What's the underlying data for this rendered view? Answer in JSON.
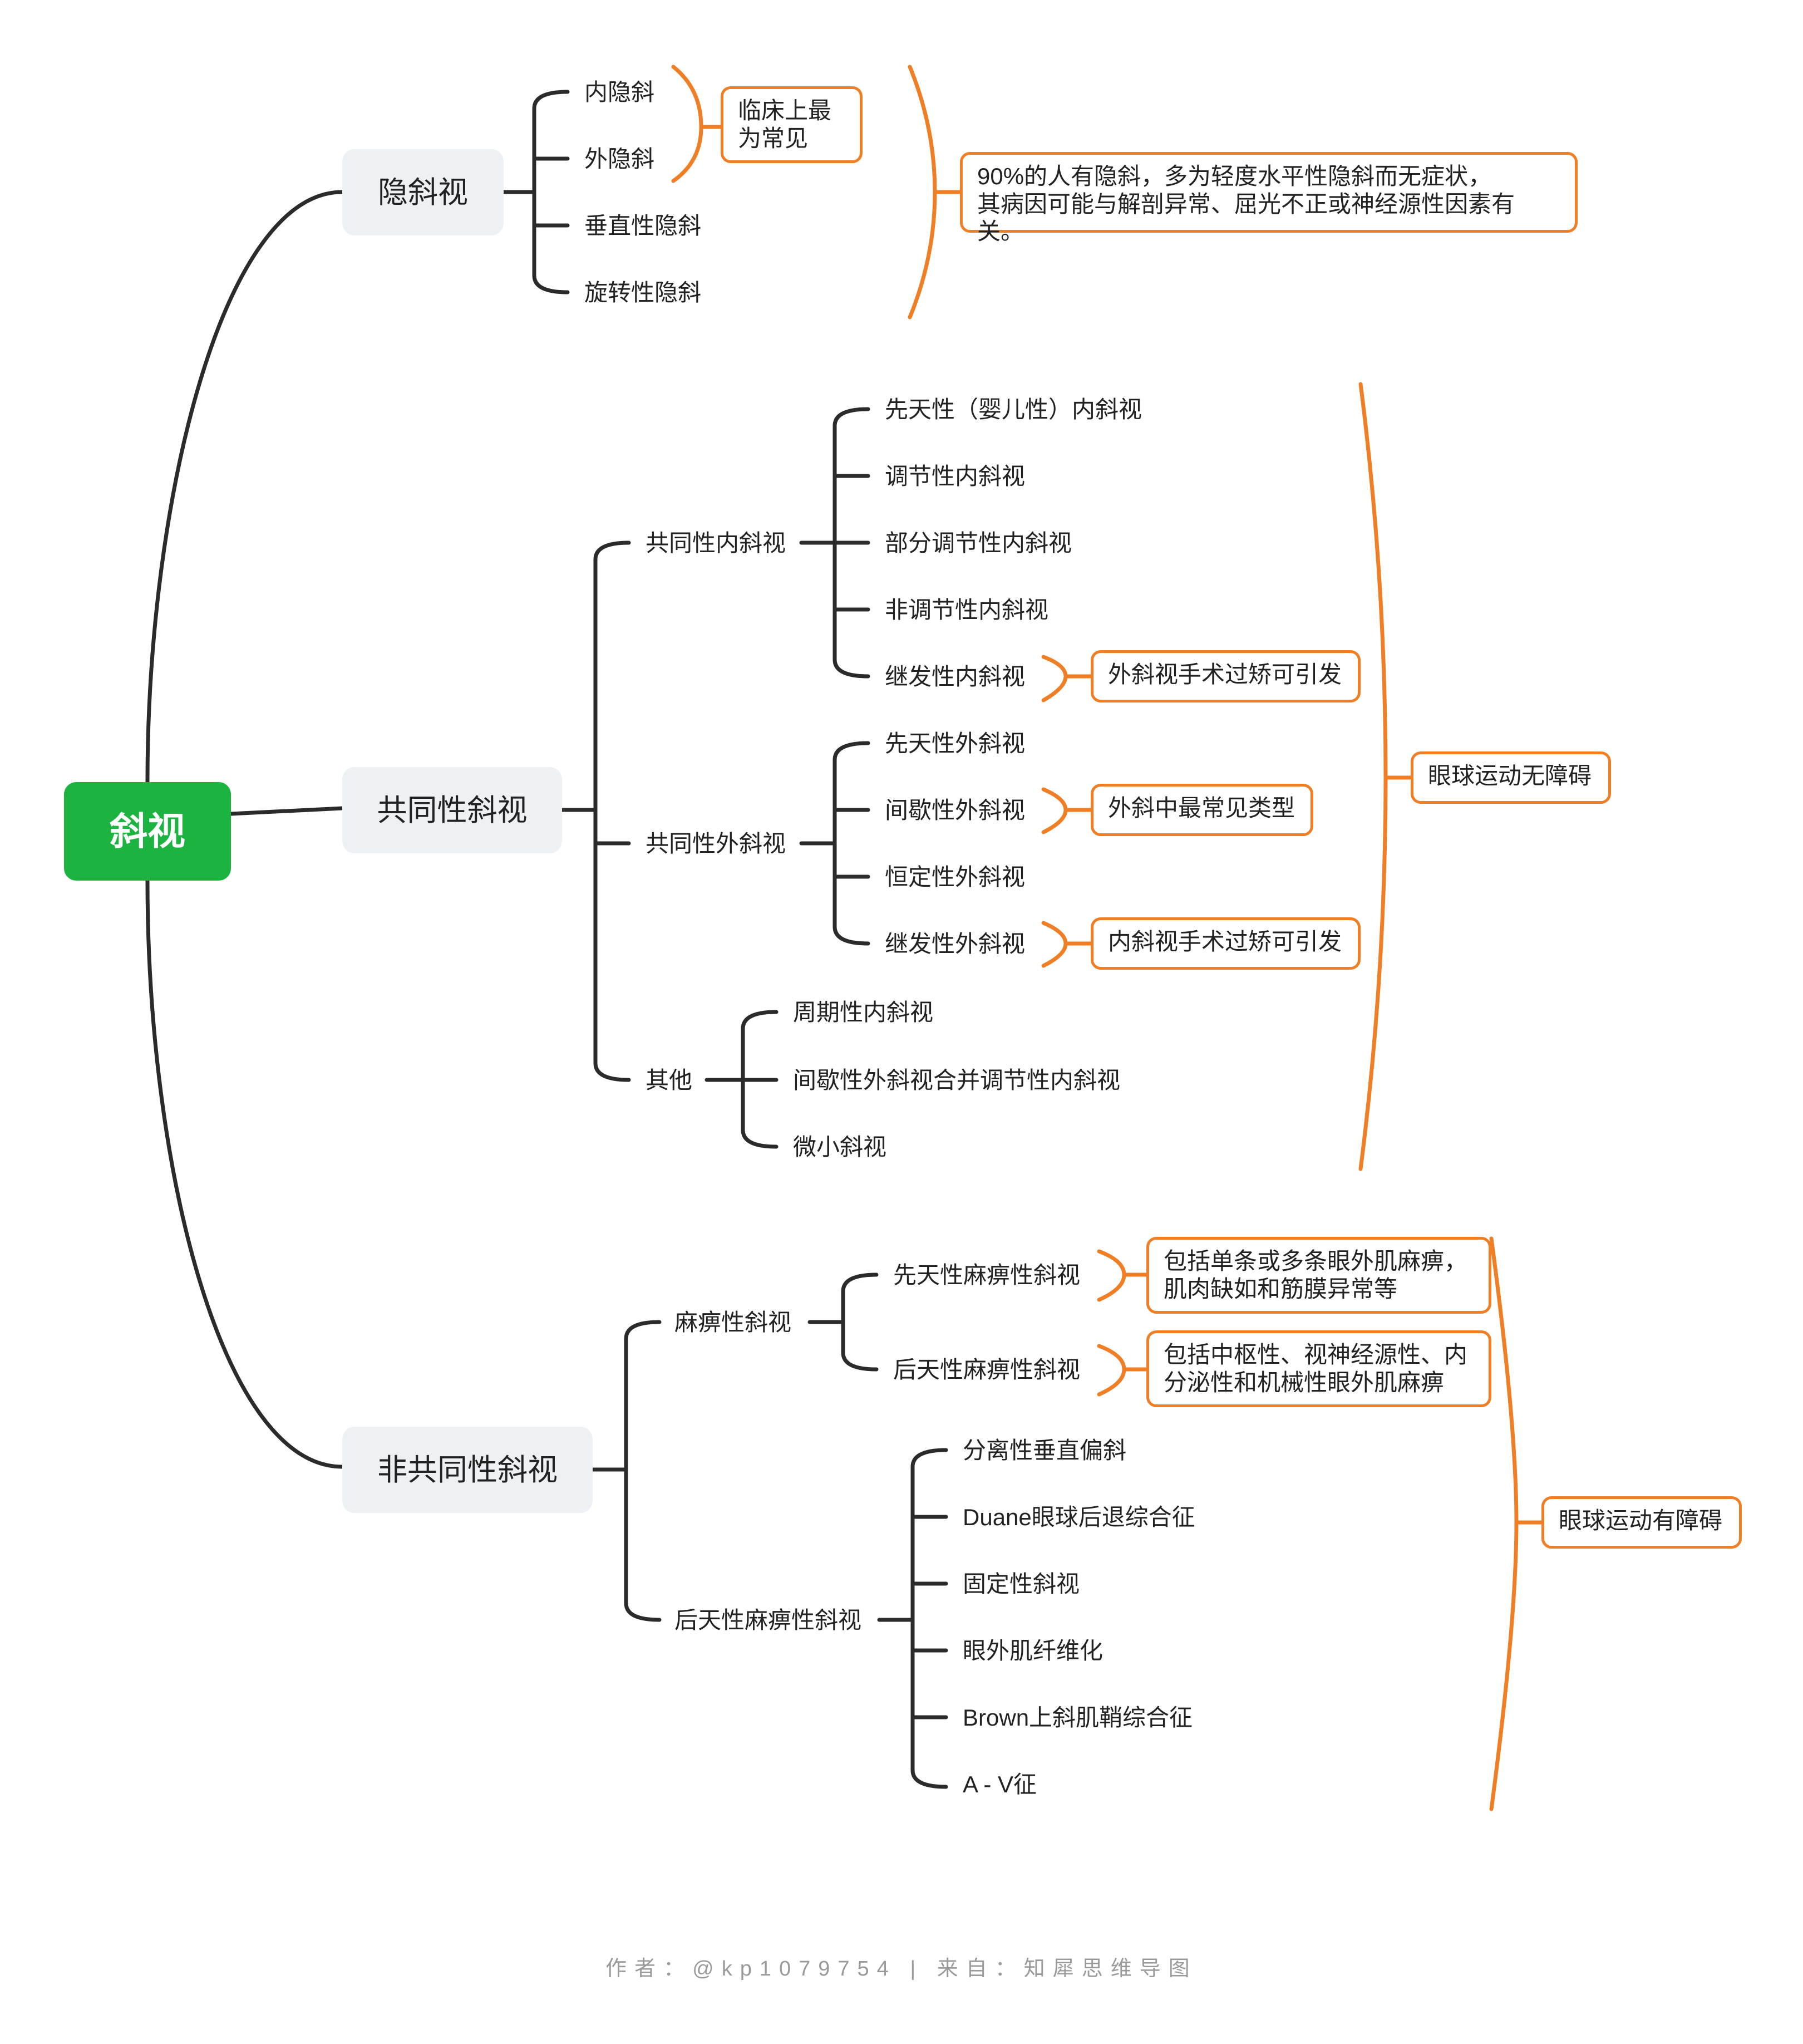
{
  "root": {
    "label": "斜视"
  },
  "branches": {
    "latent": {
      "label": "隐斜视",
      "items": [
        "内隐斜",
        "外隐斜",
        "垂直性隐斜",
        "旋转性隐斜"
      ],
      "note_common": "临床上最\n为常见",
      "note_summary": "90%的人有隐斜，多为轻度水平性隐斜而无症状，\n其病因可能与解剖异常、屈光不正或神经源性因素有关。"
    },
    "comitant": {
      "label": "共同性斜视",
      "eso": {
        "label": "共同性内斜视",
        "items": [
          "先天性（婴儿性）内斜视",
          "调节性内斜视",
          "部分调节性内斜视",
          "非调节性内斜视",
          "继发性内斜视"
        ],
        "note_secondary": "外斜视手术过矫可引发"
      },
      "exo": {
        "label": "共同性外斜视",
        "items": [
          "先天性外斜视",
          "间歇性外斜视",
          "恒定性外斜视",
          "继发性外斜视"
        ],
        "note_intermittent": "外斜中最常见类型",
        "note_secondary": "内斜视手术过矫可引发"
      },
      "other": {
        "label": "其他",
        "items": [
          "周期性内斜视",
          "间歇性外斜视合并调节性内斜视",
          "微小斜视"
        ]
      },
      "summary": "眼球运动无障碍"
    },
    "incomitant": {
      "label": "非共同性斜视",
      "paralytic": {
        "label": "麻痹性斜视",
        "congenital": "先天性麻痹性斜视",
        "congenital_note": "包括单条或多条眼外肌麻痹，\n肌肉缺如和筋膜异常等",
        "acquired": "后天性麻痹性斜视",
        "acquired_note": "包括中枢性、视神经源性、内\n分泌性和机械性眼外肌麻痹"
      },
      "acquired_group": {
        "label": "后天性麻痹性斜视",
        "items": [
          "分离性垂直偏斜",
          "Duane眼球后退综合征",
          "固定性斜视",
          "眼外肌纤维化",
          "Brown上斜肌鞘综合征",
          "A - V征"
        ]
      },
      "summary": "眼球运动有障碍"
    }
  },
  "footer": "作者：@kp1079754 | 来自：知犀思维导图",
  "colors": {
    "root": "#1db341",
    "line": "#2b2b2b",
    "accent": "#f07e24",
    "node_bg": "#eef1f4"
  }
}
